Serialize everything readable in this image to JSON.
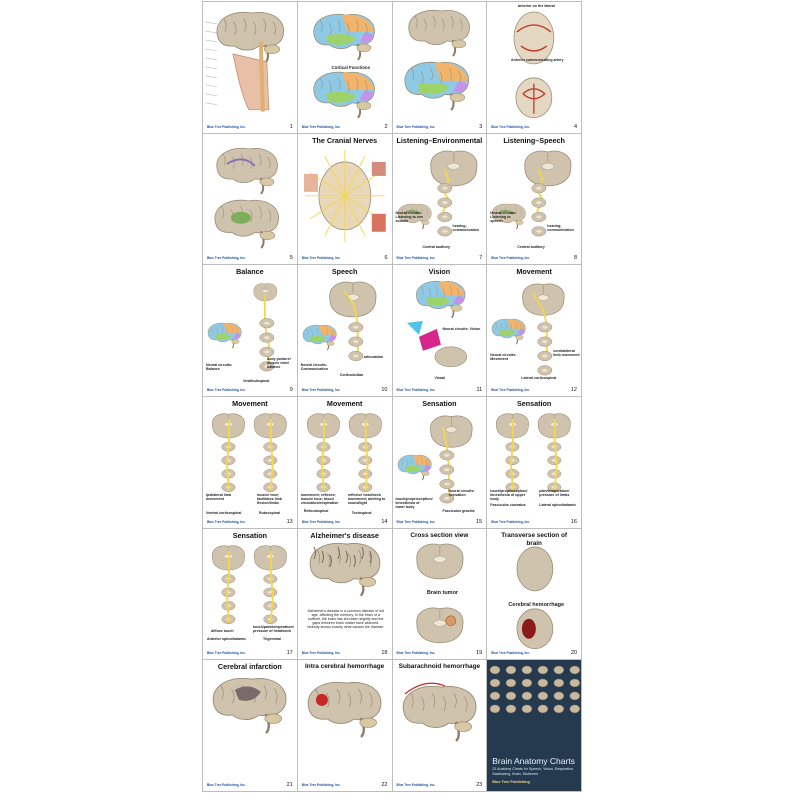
{
  "publisher": "Blue Tree Publishing, Inc.",
  "cards": [
    {
      "num": "1",
      "title": "",
      "labels": []
    },
    {
      "num": "2",
      "title": "",
      "labels": [
        "Cortical Functions"
      ]
    },
    {
      "num": "3",
      "title": "",
      "labels": []
    },
    {
      "num": "4",
      "title": "",
      "labels": [
        "Anterior on the lateral",
        "Anterior communicating artery"
      ]
    },
    {
      "num": "5",
      "title": "",
      "labels": []
    },
    {
      "num": "6",
      "title": "The Cranial Nerves",
      "labels": []
    },
    {
      "num": "7",
      "title": "Listening–Environmental",
      "labels": [
        "Neural circuits: Listening to env sounds",
        "hearing; communication",
        "Central auditory"
      ]
    },
    {
      "num": "8",
      "title": "Listening–Speech",
      "labels": [
        "Neural circuits: Listening to speech",
        "hearing; communication",
        "Central auditory"
      ]
    },
    {
      "num": "9",
      "title": "Balance",
      "labels": [
        "Neural circuits: Balance",
        "body posture/ muscle tone/ balance",
        "Vestibulospinal"
      ]
    },
    {
      "num": "10",
      "title": "Speech",
      "labels": [
        "Neural circuits: Communication",
        "articulation",
        "Corticobulbar"
      ]
    },
    {
      "num": "11",
      "title": "Vision",
      "labels": [
        "Neural circuits: Vision",
        "Visual"
      ]
    },
    {
      "num": "12",
      "title": "Movement",
      "labels": [
        "Neural circuits: Movement",
        "contralateral limb movement",
        "Lateral corticospinal"
      ]
    },
    {
      "num": "13",
      "title": "Movement",
      "labels": [
        "ipsilateral limb movement",
        "muscle tone; facilitates limb flexion/limbs",
        "Ventral corticospinal",
        "Rubrospinal"
      ]
    },
    {
      "num": "14",
      "title": "Movement",
      "labels": [
        "movement; reflexes; muscle tone; blood circulation/respiration",
        "reflexive head/neck movement; alerting to sound/light",
        "Reticulospinal",
        "Tectospinal"
      ]
    },
    {
      "num": "15",
      "title": "Sensation",
      "labels": [
        "Neural circuits: Sensation",
        "touch/proprioception/ kinesthesia of lower body",
        "Fasciculus gracilis"
      ]
    },
    {
      "num": "16",
      "title": "Sensation",
      "labels": [
        "touch/proprioception/ kinesthesia of upper body",
        "Fasciculus cuneatus",
        "pain/temperature/ pressure of limbs",
        "Lateral spinothalamic"
      ]
    },
    {
      "num": "17",
      "title": "Sensation",
      "labels": [
        "diffuse touch",
        "Anterior spinothalamic",
        "touch/pain/temperature/ pressure of head/neck",
        "Trigeminal"
      ]
    },
    {
      "num": "18",
      "title": "Alzheimer's disease",
      "labels": [
        "Alzheimer's disease is a common disease of old age, affecting the memory. In the brain of a sufferer, the brain has shrunken slightly and the gaps between brain matter have widened. Nobody knows exactly what causes the disease."
      ]
    },
    {
      "num": "19",
      "title": "Cross section view",
      "labels": [
        "Brain tumor"
      ]
    },
    {
      "num": "20",
      "title": "Transverse section of brain",
      "labels": [
        "Cerebral hemorrhage"
      ]
    },
    {
      "num": "21",
      "title": "Cerebral infarction",
      "labels": []
    },
    {
      "num": "22",
      "title": "Intra cerebral hemorrhage",
      "labels": []
    },
    {
      "num": "23",
      "title": "Subarachnoid hemorrhage",
      "labels": []
    },
    {
      "num": "",
      "title": "Brain Anatomy Charts",
      "labels": [
        "23 Anatomy Charts for Speech, Vision, Respiration, Swallowing, Brain, Stutterers",
        "Blue Tree Publishing"
      ]
    }
  ],
  "colors": {
    "cortex": "#cfc3ad",
    "cortex_line": "#9b8e79",
    "tract": "#f2d64b",
    "frontal": "#8ecae6",
    "parietal": "#f2b36b",
    "temporal": "#9ed36a",
    "occipital": "#c792ea",
    "cover": "#253a4e"
  }
}
